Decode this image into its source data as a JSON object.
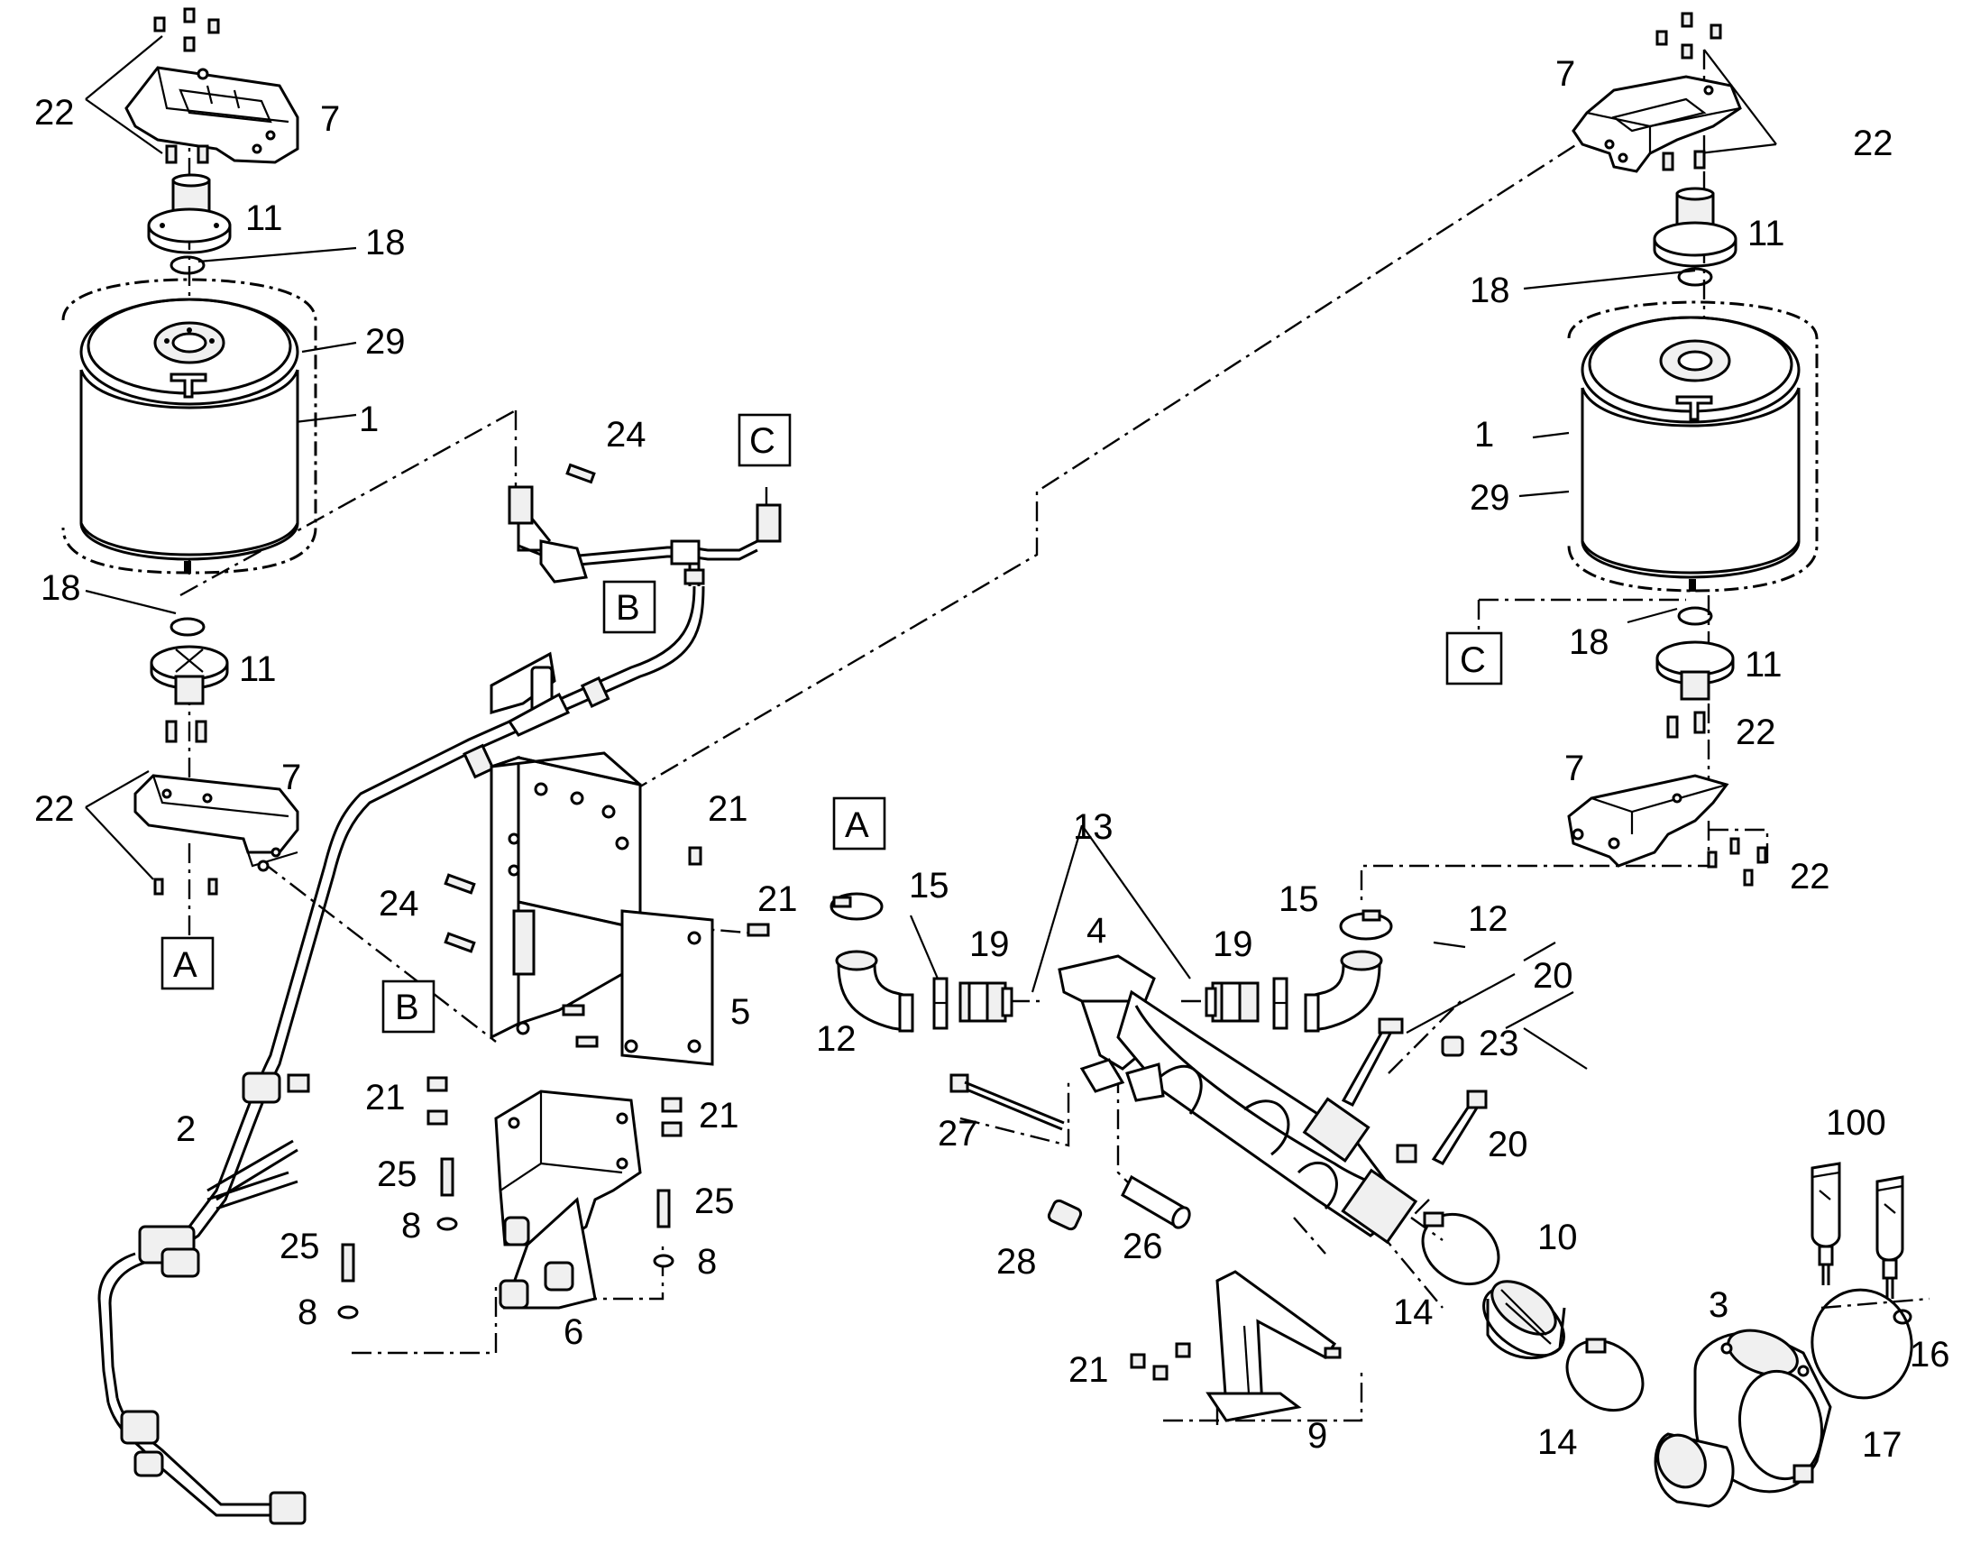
{
  "callouts": {
    "c1": "1",
    "c2": "2",
    "c3": "3",
    "c4": "4",
    "c5": "5",
    "c6": "6",
    "c7": "7",
    "c8": "8",
    "c9": "9",
    "c10": "10",
    "c11": "11",
    "c12": "12",
    "c13": "13",
    "c14": "14",
    "c15": "15",
    "c16": "16",
    "c17": "17",
    "c18": "18",
    "c19": "19",
    "c20": "20",
    "c21": "21",
    "c22": "22",
    "c23": "23",
    "c24": "24",
    "c25": "25",
    "c26": "26",
    "c27": "27",
    "c28": "28",
    "c29": "29",
    "c100": "100"
  },
  "refs": {
    "A": "A",
    "B": "B",
    "C": "C"
  }
}
